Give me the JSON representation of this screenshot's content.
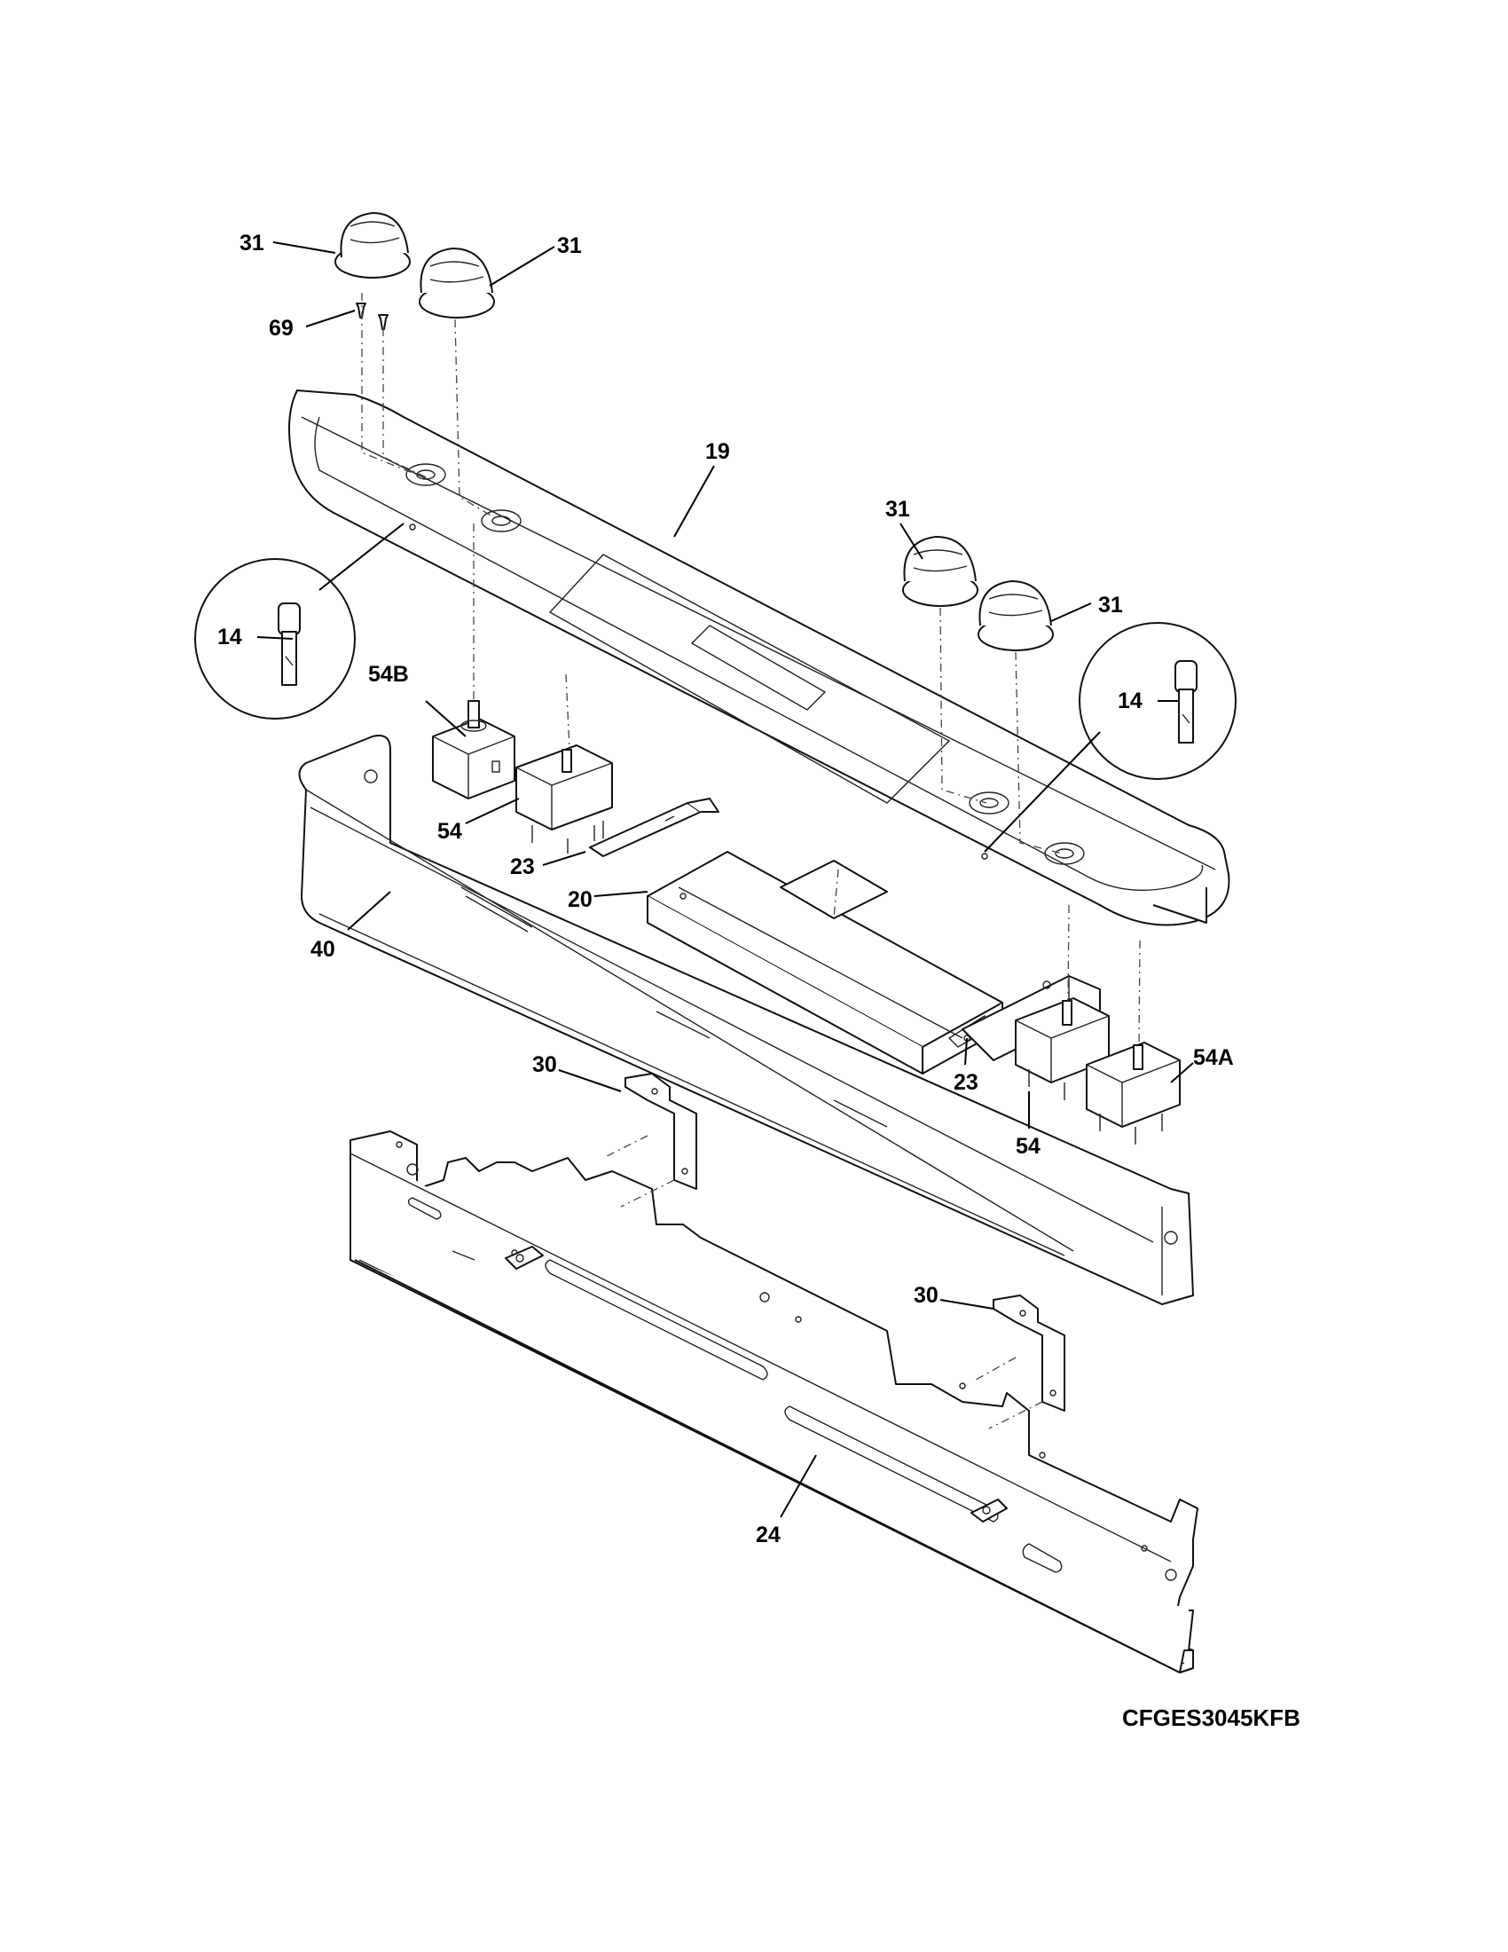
{
  "model_number": "CFGES3045KFB",
  "callouts": {
    "knob_a": "31",
    "knob_b": "31",
    "knob_c": "31",
    "knob_d": "31",
    "screw": "69",
    "control_panel": "19",
    "lamp_left": "14",
    "lamp_right": "14",
    "switch_54b": "54B",
    "switch_54_left": "54",
    "bracket_23_left": "23",
    "control_board": "20",
    "trim_40": "40",
    "bracket_30_upper": "30",
    "bracket_23_right": "23",
    "switch_54_right": "54",
    "switch_54a": "54A",
    "bracket_30_lower": "30",
    "backguard_24": "24"
  },
  "icons": [
    "knob-icon",
    "indicator-lamp-icon",
    "screw-icon",
    "switch-icon",
    "control-board-icon",
    "bracket-icon"
  ]
}
